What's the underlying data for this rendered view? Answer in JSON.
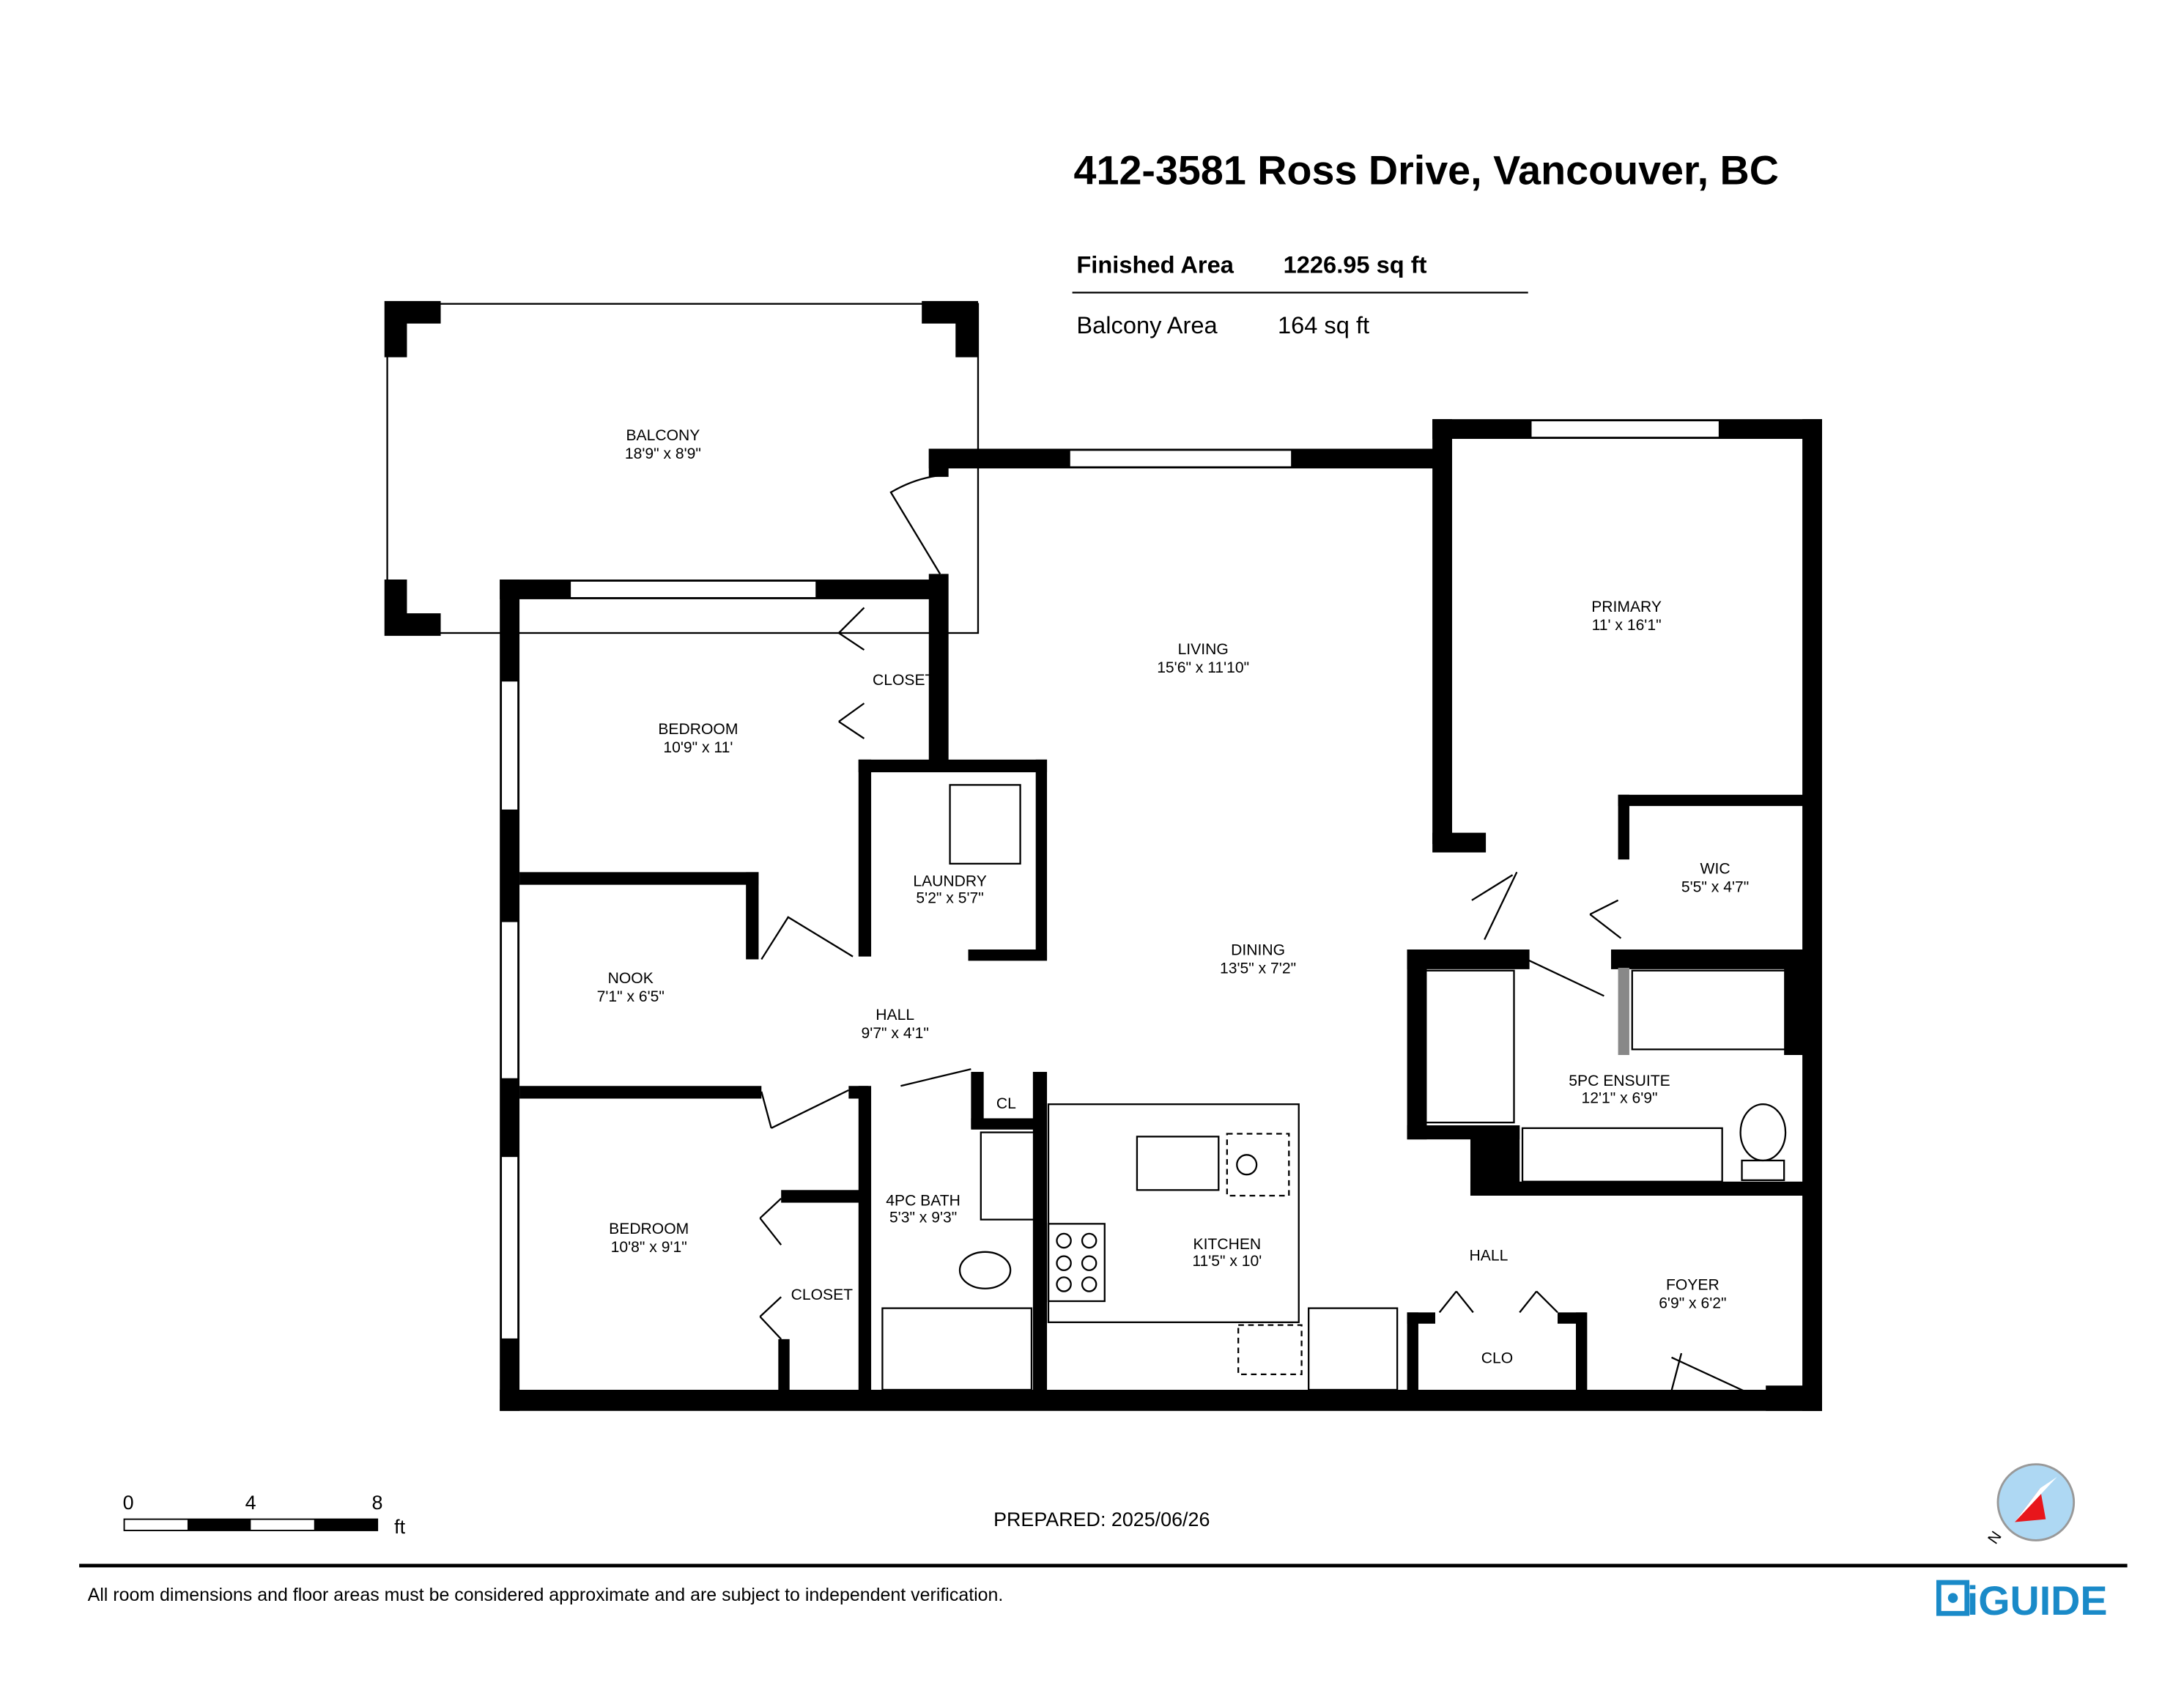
{
  "header": {
    "address": "412-3581 Ross Drive, Vancouver, BC",
    "finished_area_label": "Finished Area",
    "finished_area_value": "1226.95 sq ft",
    "balcony_area_label": "Balcony Area",
    "balcony_area_value": "164 sq ft"
  },
  "rooms": {
    "balcony": {
      "name": "BALCONY",
      "dims": "18'9\" x 8'9\""
    },
    "living": {
      "name": "LIVING",
      "dims": "15'6\" x 11'10\""
    },
    "primary": {
      "name": "PRIMARY",
      "dims": "11' x 16'1\""
    },
    "bedroom1": {
      "name": "BEDROOM",
      "dims": "10'9\" x 11'"
    },
    "closet1": {
      "name": "CLOSET"
    },
    "laundry": {
      "name": "LAUNDRY",
      "dims": "5'2\" x 5'7\""
    },
    "wic": {
      "name": "WIC",
      "dims": "5'5\" x 4'7\""
    },
    "dining": {
      "name": "DINING",
      "dims": "13'5\" x 7'2\""
    },
    "nook": {
      "name": "NOOK",
      "dims": "7'1\" x 6'5\""
    },
    "hall1": {
      "name": "HALL",
      "dims": "9'7\" x 4'1\""
    },
    "ensuite": {
      "name": "5PC ENSUITE",
      "dims": "12'1\" x 6'9\""
    },
    "cl": {
      "name": "CL"
    },
    "bedroom2": {
      "name": "BEDROOM",
      "dims": "10'8\" x 9'1\""
    },
    "bath": {
      "name": "4PC BATH",
      "dims": "5'3\" x 9'3\""
    },
    "kitchen": {
      "name": "KITCHEN",
      "dims": "11'5\" x 10'"
    },
    "hall2": {
      "name": "HALL"
    },
    "foyer": {
      "name": "FOYER",
      "dims": "6'9\" x 6'2\""
    },
    "closet2": {
      "name": "CLOSET"
    },
    "clo": {
      "name": "CLO"
    }
  },
  "scale": {
    "ticks": [
      "0",
      "4",
      "8"
    ],
    "unit": "ft"
  },
  "prepared": "PREPARED: 2025/06/26",
  "compass": {
    "label": "N",
    "color": "#e8161b",
    "bg": "#aed8f3"
  },
  "footer": {
    "disclaimer": "All room dimensions and floor areas must be considered approximate and are subject to independent verification.",
    "brand": "iGUIDE",
    "brand_color": "#1a8ac8"
  }
}
